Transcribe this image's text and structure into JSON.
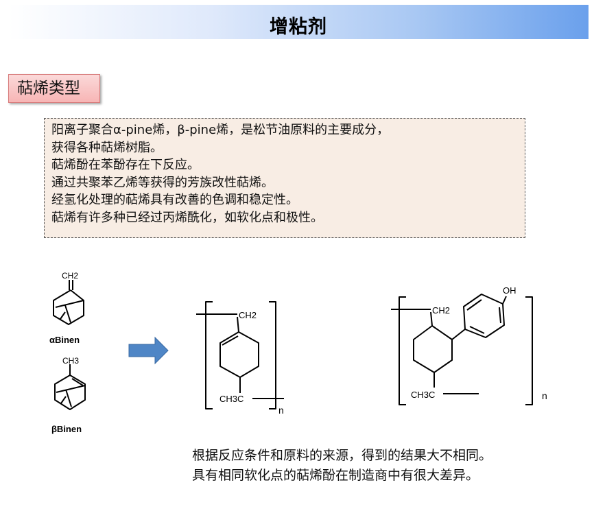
{
  "title": "增粘剂",
  "section": "萜烯类型",
  "info_lines": [
    "阳离子聚合α-pine烯，β-pine烯，是松节油原料的主要成分，",
    "获得各种萜烯树脂。",
    "萜烯酚在苯酚存在下反应。",
    "通过共聚苯乙烯等获得的芳族改性萜烯。",
    "经氢化处理的萜烯具有改善的色调和稳定性。",
    "萜烯有许多种已经过丙烯酰化，如软化点和极性。"
  ],
  "diagram": {
    "alpha_ch2": "CH2",
    "alpha_label": "αBinen",
    "beta_ch3": "CH3",
    "beta_label": "βBinen",
    "poly1_ch2": "CH2",
    "poly1_ch3c": "CH3C",
    "poly1_n": "n",
    "poly2_oh": "OH",
    "poly2_ch2": "CH2",
    "poly2_ch3c": "CH3C",
    "poly2_n": "n",
    "arrow_color": "#4f86c6"
  },
  "bottom_lines": [
    "根据反应条件和原料的来源，得到的结果大不相同。",
    "具有相同软化点的萜烯酚在制造商中有很大差异。"
  ]
}
